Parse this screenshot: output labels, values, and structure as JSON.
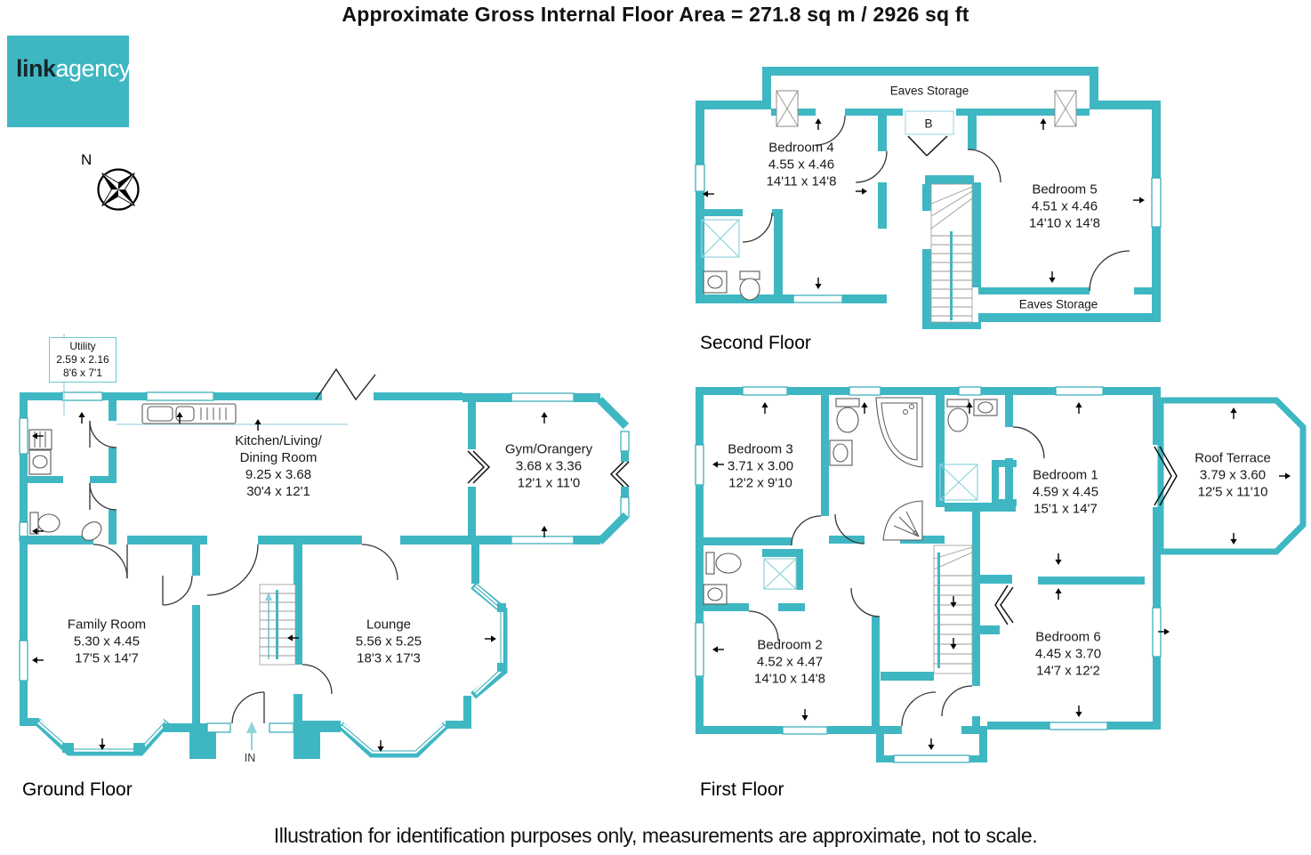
{
  "title": "Approximate Gross Internal Floor Area =  271.8 sq m / 2926 sq ft",
  "footer": "Illustration for identification purposes only, measurements are approximate, not to scale.",
  "logo": {
    "bold": "link",
    "light": "agency"
  },
  "compass": {
    "north": "N"
  },
  "colors": {
    "wall_teal": "#3FB7C3",
    "window_teal": "#2fa9b5",
    "light_teal": "#8ed3da",
    "logo_bg": "#3FB7C3",
    "text": "#111111"
  },
  "ground": {
    "floor_label": "Ground Floor",
    "entrance_label": "IN",
    "rooms": {
      "utility": {
        "name": "Utility",
        "dim_m": "2.59 x 2.16",
        "dim_ft": "8'6 x 7'1"
      },
      "kitchen": {
        "name1": "Kitchen/Living/",
        "name2": "Dining Room",
        "dim_m": "9.25 x 3.68",
        "dim_ft": "30'4 x 12'1"
      },
      "gym": {
        "name": "Gym/Orangery",
        "dim_m": "3.68 x 3.36",
        "dim_ft": "12'1 x 11'0"
      },
      "family": {
        "name": "Family Room",
        "dim_m": "5.30 x 4.45",
        "dim_ft": "17'5 x 14'7"
      },
      "lounge": {
        "name": "Lounge",
        "dim_m": "5.56 x 5.25",
        "dim_ft": "18'3 x 17'3"
      }
    }
  },
  "first": {
    "floor_label": "First Floor",
    "rooms": {
      "bedroom3": {
        "name": "Bedroom 3",
        "dim_m": "3.71 x 3.00",
        "dim_ft": "12'2 x 9'10"
      },
      "bedroom1": {
        "name": "Bedroom 1",
        "dim_m": "4.59 x 4.45",
        "dim_ft": "15'1 x 14'7"
      },
      "terrace": {
        "name": "Roof Terrace",
        "dim_m": "3.79 x 3.60",
        "dim_ft": "12'5 x 11'10"
      },
      "bedroom2": {
        "name": "Bedroom 2",
        "dim_m": "4.52 x 4.47",
        "dim_ft": "14'10 x 14'8"
      },
      "bedroom6": {
        "name": "Bedroom 6",
        "dim_m": "4.45 x 3.70",
        "dim_ft": "14'7 x 12'2"
      }
    }
  },
  "second": {
    "floor_label": "Second Floor",
    "rooms": {
      "eaves_top": {
        "name": "Eaves Storage"
      },
      "boiler": {
        "name": "B"
      },
      "bedroom4": {
        "name": "Bedroom 4",
        "dim_m": "4.55 x 4.46",
        "dim_ft": "14'11 x 14'8"
      },
      "bedroom5": {
        "name": "Bedroom 5",
        "dim_m": "4.51 x 4.46",
        "dim_ft": "14'10 x 14'8"
      },
      "eaves_bottom": {
        "name": "Eaves Storage"
      }
    }
  }
}
